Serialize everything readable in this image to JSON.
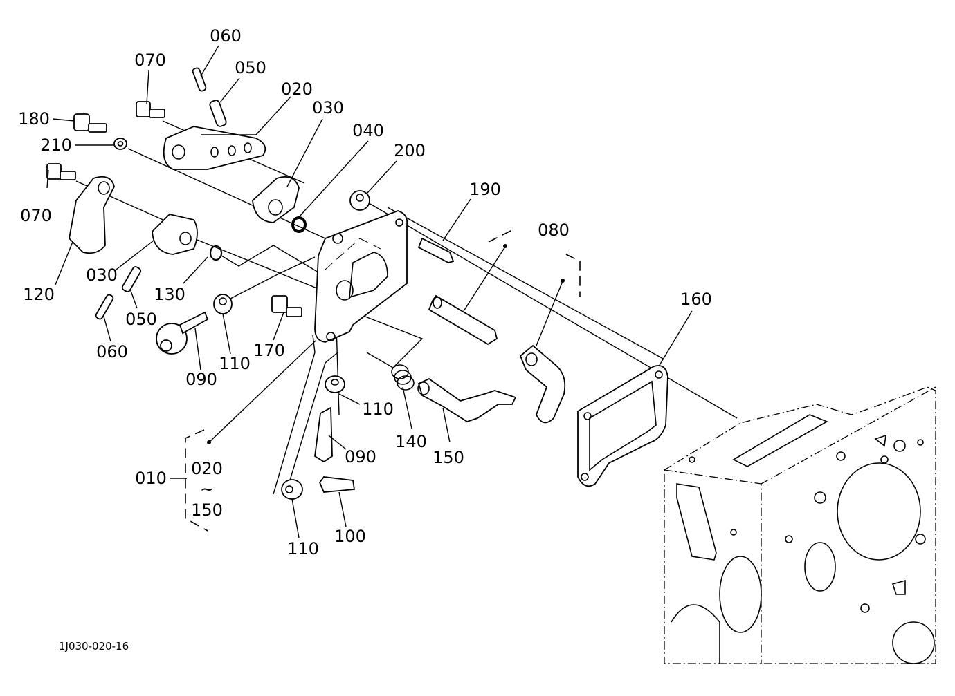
{
  "diagram": {
    "figure_id": "1J030-020-16",
    "labels": {
      "p060_top": "060",
      "p050_top": "050",
      "p070_top": "070",
      "p020": "020",
      "p030_top": "030",
      "p040": "040",
      "p180": "180",
      "p210": "210",
      "p200": "200",
      "p190": "190",
      "p070_left": "070",
      "p080": "080",
      "p030_mid": "030",
      "p120": "120",
      "p130": "130",
      "p050_mid": "050",
      "p060_mid": "060",
      "p160": "160",
      "p090_left": "090",
      "p110_left": "110",
      "p170": "170",
      "p110_mid": "110",
      "p140": "140",
      "p150": "150",
      "p090_mid": "090",
      "p010": "010",
      "range_from": "020",
      "range_sep": "~",
      "range_to": "150",
      "p100": "100",
      "p110_bottom": "110"
    }
  }
}
